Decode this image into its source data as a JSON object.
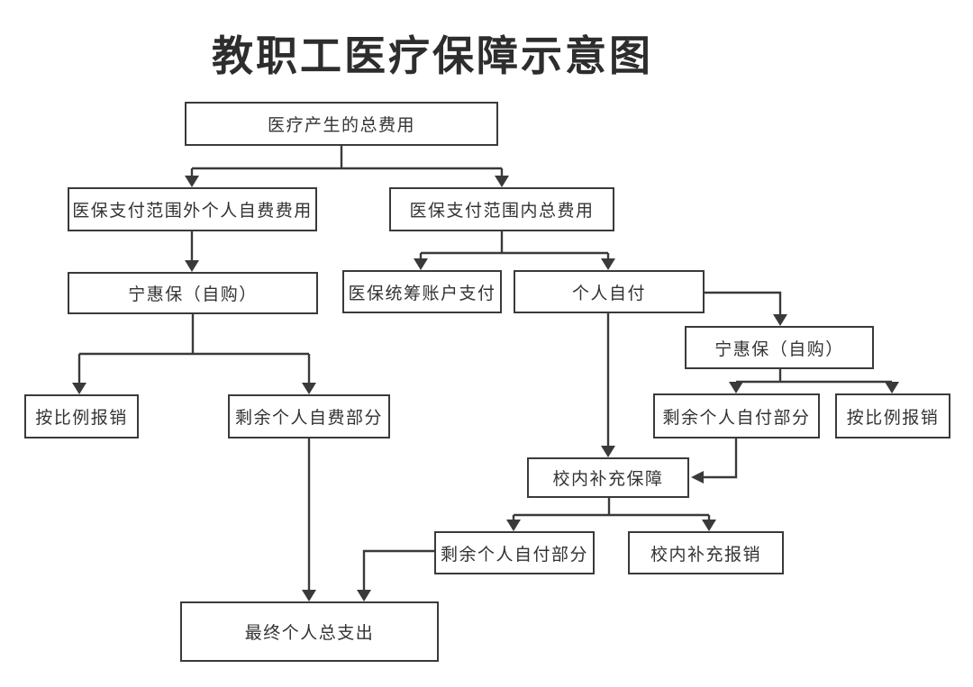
{
  "title": "教职工医疗保障示意图",
  "colors": {
    "background": "#ffffff",
    "line": "#3a3a3a",
    "text": "#333333"
  },
  "diagram": {
    "type": "flowchart",
    "nodes": {
      "total_cost": {
        "label": "医疗产生的总费用"
      },
      "outside_scope_self_pay": {
        "label": "医保支付范围外个人自费费用"
      },
      "within_scope_total": {
        "label": "医保支付范围内总费用"
      },
      "ninghuibao_left": {
        "label": "宁惠保（自购）"
      },
      "pooling_account": {
        "label": "医保统筹账户支付"
      },
      "personal_self_pay": {
        "label": "个人自付"
      },
      "ninghuibao_right": {
        "label": "宁惠保（自购）"
      },
      "proportional_reimb_left": {
        "label": "按比例报销"
      },
      "remaining_self_funded": {
        "label": "剩余个人自费部分"
      },
      "remaining_self_pay_right": {
        "label": "剩余个人自付部分"
      },
      "proportional_reimb_right": {
        "label": "按比例报销"
      },
      "campus_supplement": {
        "label": "校内补充保障"
      },
      "remaining_self_pay_bottom": {
        "label": "剩余个人自付部分"
      },
      "campus_supplement_reimb": {
        "label": "校内补充报销"
      },
      "final_total": {
        "label": "最终个人总支出"
      }
    },
    "edges": [
      {
        "from": "total_cost",
        "to": "outside_scope_self_pay"
      },
      {
        "from": "total_cost",
        "to": "within_scope_total"
      },
      {
        "from": "outside_scope_self_pay",
        "to": "ninghuibao_left"
      },
      {
        "from": "ninghuibao_left",
        "to": "proportional_reimb_left"
      },
      {
        "from": "ninghuibao_left",
        "to": "remaining_self_funded"
      },
      {
        "from": "remaining_self_funded",
        "to": "final_total"
      },
      {
        "from": "within_scope_total",
        "to": "pooling_account"
      },
      {
        "from": "within_scope_total",
        "to": "personal_self_pay"
      },
      {
        "from": "personal_self_pay",
        "to": "ninghuibao_right"
      },
      {
        "from": "personal_self_pay",
        "to": "campus_supplement"
      },
      {
        "from": "ninghuibao_right",
        "to": "remaining_self_pay_right"
      },
      {
        "from": "ninghuibao_right",
        "to": "proportional_reimb_right"
      },
      {
        "from": "remaining_self_pay_right",
        "to": "campus_supplement"
      },
      {
        "from": "campus_supplement",
        "to": "remaining_self_pay_bottom"
      },
      {
        "from": "campus_supplement",
        "to": "campus_supplement_reimb"
      },
      {
        "from": "remaining_self_pay_bottom",
        "to": "final_total"
      }
    ]
  }
}
